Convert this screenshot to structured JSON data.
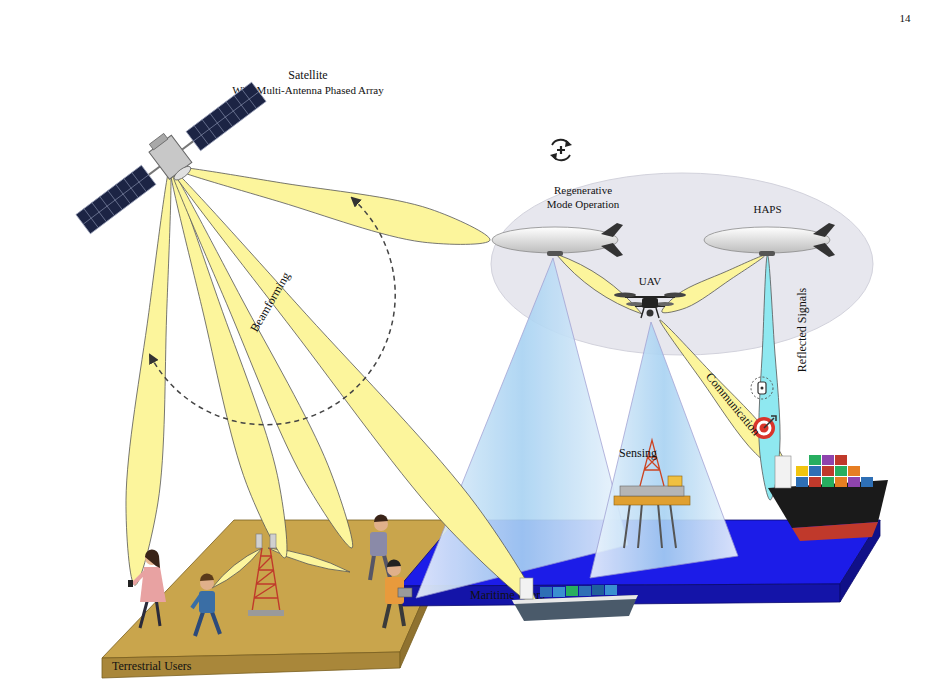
{
  "diagram": {
    "nodes": [
      {
        "text": [
          "Satellite",
          "With Multi-Antenna Phased Array"
        ]
      },
      {
        "text": [
          "Regenerative Mode Operation"
        ]
      },
      {
        "text": [
          "HAPS"
        ],
        "in": 1
      },
      {
        "text": [
          "UAV"
        ],
        "in": 1
      },
      {
        "text": [
          "Terrestrial Users"
        ]
      },
      {
        "text": [
          "Maritime Users"
        ]
      }
    ],
    "edges": [
      {
        "from": 0,
        "to": 1,
        "arrow": "none"
      },
      {
        "from": 0,
        "to": 4,
        "arrow": "none"
      },
      {
        "from": 0,
        "to": 4,
        "arrow": "none"
      },
      {
        "from": 0,
        "to": 4,
        "arrow": "none"
      },
      {
        "from": 0,
        "to": 5,
        "arrow": "none"
      },
      {
        "from": 2,
        "to": 3,
        "arrow": "none"
      },
      {
        "from": 3,
        "to": 5,
        "label": "Communication",
        "arrow": "none"
      },
      {
        "from": 2,
        "to": 5,
        "label": "Reflected Signals",
        "arrow": "none"
      }
    ],
    "labels": [
      "14",
      "Beamforming",
      "Sensing"
    ]
  }
}
